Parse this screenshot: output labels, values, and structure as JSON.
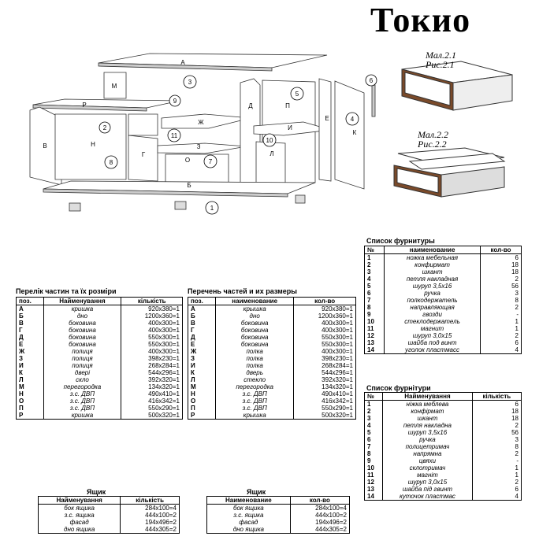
{
  "title": "Токио",
  "figures": {
    "fig1_ua": "Мал.2.1",
    "fig1_ru": "Рис.2.1",
    "fig2_ua": "Мал.2.2",
    "fig2_ru": "Рис.2.2"
  },
  "diagram_labels": {
    "letters": [
      "А",
      "М",
      "Р",
      "Б",
      "В",
      "Н",
      "Г",
      "Ж",
      "З",
      "О",
      "Д",
      "П",
      "Е",
      "К",
      "И",
      "Л"
    ],
    "numbers": [
      "1",
      "2",
      "3",
      "4",
      "5",
      "6",
      "7",
      "8",
      "9",
      "10",
      "11"
    ]
  },
  "parts_ua": {
    "caption": "Перелік частин та їх розміри",
    "headers": [
      "поз.",
      "Найменування",
      "кількість"
    ],
    "rows": [
      [
        "А",
        "кришка",
        "920x380=1"
      ],
      [
        "Б",
        "дно",
        "1200x360=1"
      ],
      [
        "В",
        "боковина",
        "400x300=1"
      ],
      [
        "Г",
        "боковина",
        "400x300=1"
      ],
      [
        "Д",
        "боковина",
        "550x300=1"
      ],
      [
        "Е",
        "боковина",
        "550x300=1"
      ],
      [
        "Ж",
        "полиця",
        "400x300=1"
      ],
      [
        "З",
        "полиця",
        "398x230=1"
      ],
      [
        "И",
        "полиця",
        "268x284=1"
      ],
      [
        "К",
        "двері",
        "544x296=1"
      ],
      [
        "Л",
        "скло",
        "392x320=1"
      ],
      [
        "М",
        "перегородка",
        "134x320=1"
      ],
      [
        "Н",
        "з.с. ДВП",
        "490x410=1"
      ],
      [
        "О",
        "з.с. ДВП",
        "416x342=1"
      ],
      [
        "П",
        "з.с. ДВП",
        "550x290=1"
      ],
      [
        "Р",
        "кришка",
        "500x320=1"
      ]
    ]
  },
  "parts_ru": {
    "caption": "Перечень частей и их размеры",
    "headers": [
      "поз.",
      "наименование",
      "кол-во"
    ],
    "rows": [
      [
        "А",
        "крышка",
        "920x380=1"
      ],
      [
        "Б",
        "дно",
        "1200x360=1"
      ],
      [
        "В",
        "боковина",
        "400x300=1"
      ],
      [
        "Г",
        "боковина",
        "400x300=1"
      ],
      [
        "Д",
        "боковина",
        "550x300=1"
      ],
      [
        "Е",
        "боковина",
        "550x300=1"
      ],
      [
        "Ж",
        "полка",
        "400x300=1"
      ],
      [
        "З",
        "полка",
        "398x230=1"
      ],
      [
        "И",
        "полка",
        "268x284=1"
      ],
      [
        "К",
        "дверь",
        "544x296=1"
      ],
      [
        "Л",
        "стекло",
        "392x320=1"
      ],
      [
        "М",
        "перегородка",
        "134x320=1"
      ],
      [
        "Н",
        "з.с. ДВП",
        "490x410=1"
      ],
      [
        "О",
        "з.с. ДВП",
        "416x342=1"
      ],
      [
        "П",
        "з.с. ДВП",
        "550x290=1"
      ],
      [
        "Р",
        "крышка",
        "500x320=1"
      ]
    ]
  },
  "drawer_ua": {
    "caption": "Ящик",
    "headers": [
      "Найменування",
      "кількість"
    ],
    "rows": [
      [
        "бок ящика",
        "284x100=4"
      ],
      [
        "з.с. ящика",
        "444x100=2"
      ],
      [
        "фасад",
        "194x496=2"
      ],
      [
        "дно ящика",
        "444x305=2"
      ]
    ]
  },
  "drawer_ru": {
    "caption": "Ящик",
    "headers": [
      "Наименование",
      "кол-во"
    ],
    "rows": [
      [
        "бок ящика",
        "284x100=4"
      ],
      [
        "з.с. ящика",
        "444x100=2"
      ],
      [
        "фасад",
        "194x496=2"
      ],
      [
        "дно ящика",
        "444x305=2"
      ]
    ]
  },
  "hardware_ru": {
    "caption": "Список фурнитуры",
    "headers": [
      "№",
      "наименование",
      "кол-во"
    ],
    "rows": [
      [
        "1",
        "ножка мебельная",
        "6"
      ],
      [
        "2",
        "конфирмат",
        "18"
      ],
      [
        "3",
        "шкант",
        "18"
      ],
      [
        "4",
        "петля накладная",
        "2"
      ],
      [
        "5",
        "шуруп 3,5x16",
        "56"
      ],
      [
        "6",
        "ручка",
        "3"
      ],
      [
        "7",
        "полкодержатель",
        "8"
      ],
      [
        "8",
        "направляющая",
        "2"
      ],
      [
        "9",
        "гвозди",
        "-"
      ],
      [
        "10",
        "стеклодержатель",
        "1"
      ],
      [
        "11",
        "магнит",
        "1"
      ],
      [
        "12",
        "шуруп 3,0x15",
        "2"
      ],
      [
        "13",
        "шайба под винт",
        "6"
      ],
      [
        "14",
        "уголок пластмасс",
        "4"
      ]
    ]
  },
  "hardware_ua": {
    "caption": "Список фурнітури",
    "headers": [
      "№",
      "Найменування",
      "кількість"
    ],
    "rows": [
      [
        "1",
        "ніжка меблева",
        "6"
      ],
      [
        "2",
        "конфірмат",
        "18"
      ],
      [
        "3",
        "шкант",
        "18"
      ],
      [
        "4",
        "петля накладна",
        "2"
      ],
      [
        "5",
        "шуруп 3,5x16",
        "56"
      ],
      [
        "6",
        "ручка",
        "3"
      ],
      [
        "7",
        "полицетримач",
        "8"
      ],
      [
        "8",
        "напрямна",
        "2"
      ],
      [
        "9",
        "цвяхи",
        "-"
      ],
      [
        "10",
        "склотримач",
        "1"
      ],
      [
        "11",
        "магніт",
        "1"
      ],
      [
        "12",
        "шуруп 3,0x15",
        "2"
      ],
      [
        "13",
        "шайба під гвинт",
        "6"
      ],
      [
        "14",
        "куточок пластмас",
        "4"
      ]
    ]
  }
}
